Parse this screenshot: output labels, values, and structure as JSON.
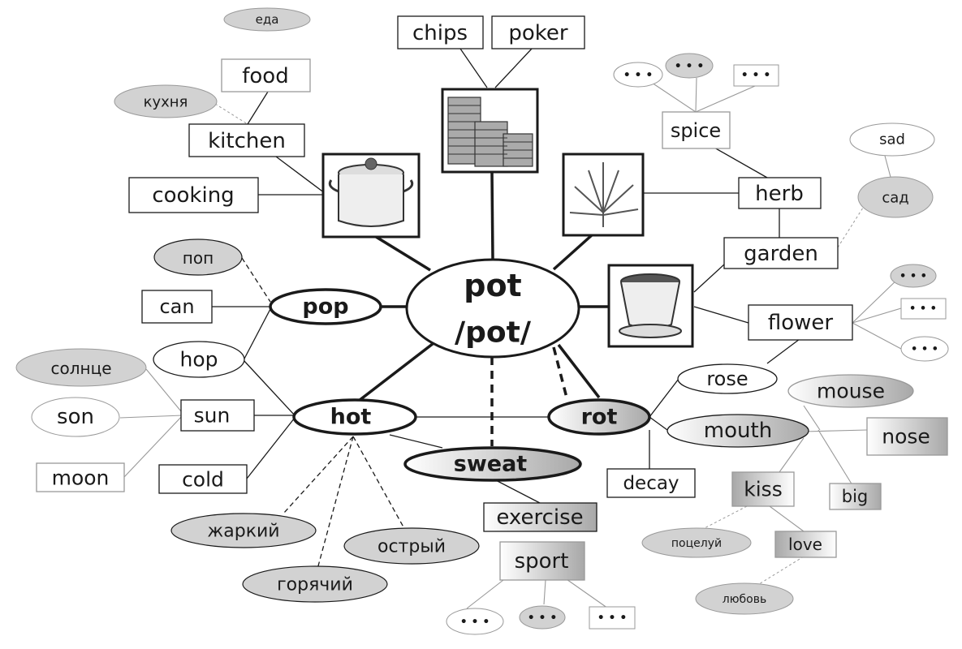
{
  "center": {
    "word": "pot",
    "transcription": "/pot/"
  },
  "branches": {
    "pop": {
      "word": "pop",
      "translation": "поп",
      "related": [
        "can",
        "hop"
      ]
    },
    "hot": {
      "word": "hot",
      "translations": [
        "жаркий",
        "горячий",
        "острый"
      ],
      "related": [
        "sun",
        "cold"
      ]
    },
    "sun": {
      "word": "sun",
      "translation": "солнце",
      "related": [
        "son",
        "moon"
      ]
    },
    "sweat": {
      "word": "sweat",
      "related": [
        "exercise",
        "sport"
      ]
    },
    "sport": {
      "examples": [
        "• • •",
        "• • •",
        "• • •"
      ]
    },
    "rot": {
      "word": "rot",
      "related": [
        "rose",
        "mouth",
        "decay"
      ]
    },
    "mouth": {
      "related": [
        "mouse",
        "nose",
        "big",
        "kiss"
      ]
    },
    "kiss": {
      "translation": "поцелуй",
      "related": [
        "love"
      ]
    },
    "love": {
      "translation": "любовь"
    },
    "cooking": {
      "words": [
        "cooking",
        "kitchen",
        "food"
      ],
      "translations": [
        "кухня",
        "еда"
      ]
    },
    "money": {
      "words": [
        "chips",
        "poker"
      ]
    },
    "herb": {
      "words": [
        "herb",
        "spice",
        "garden"
      ],
      "spice_examples": [
        "• • •",
        "• • •",
        "• • •"
      ],
      "garden_translation": "сад",
      "garden_false_friend": "sad"
    },
    "flower": {
      "word": "flower",
      "examples": [
        "• • •",
        "• • •",
        "• • •"
      ]
    }
  },
  "icons": [
    "cooking-pot-icon",
    "coin-stacks-icon",
    "cannabis-leaf-icon",
    "flower-pot-icon"
  ],
  "colors": {
    "stroke": "#1a1a1a",
    "light_stroke": "#999999",
    "grey_fill": "#d2d2d2"
  }
}
